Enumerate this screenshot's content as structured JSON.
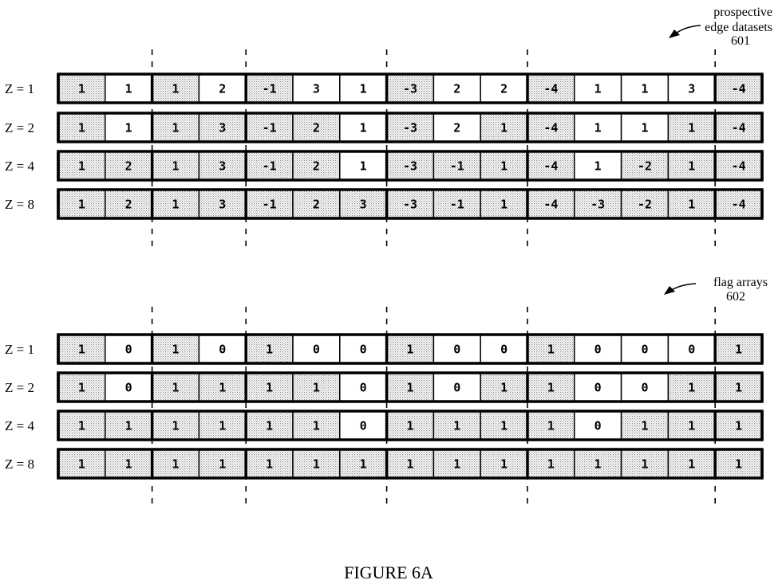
{
  "figure_title": "FIGURE 6A",
  "annotations": [
    {
      "lines": [
        "prospective",
        "edge datasets",
        "601"
      ]
    },
    {
      "lines": [
        "flag arrays",
        "602"
      ]
    }
  ],
  "panels": [
    {
      "name": "edge-datasets",
      "rows": [
        {
          "label": "Z = 1",
          "cells": [
            "1",
            "1",
            "1",
            "2",
            "-1",
            "3",
            "1",
            "-3",
            "2",
            "2",
            "-4",
            "1",
            "1",
            "3",
            "-4"
          ],
          "shaded": [
            1,
            0,
            1,
            0,
            1,
            0,
            0,
            1,
            0,
            0,
            1,
            0,
            0,
            0,
            1
          ]
        },
        {
          "label": "Z = 2",
          "cells": [
            "1",
            "1",
            "1",
            "3",
            "-1",
            "2",
            "1",
            "-3",
            "2",
            "1",
            "-4",
            "1",
            "1",
            "1",
            "-4"
          ],
          "shaded": [
            1,
            0,
            1,
            1,
            1,
            1,
            0,
            1,
            0,
            1,
            1,
            0,
            0,
            1,
            1
          ]
        },
        {
          "label": "Z = 4",
          "cells": [
            "1",
            "2",
            "1",
            "3",
            "-1",
            "2",
            "1",
            "-3",
            "-1",
            "1",
            "-4",
            "1",
            "-2",
            "1",
            "-4"
          ],
          "shaded": [
            1,
            1,
            1,
            1,
            1,
            1,
            0,
            1,
            1,
            1,
            1,
            0,
            1,
            1,
            1
          ]
        },
        {
          "label": "Z = 8",
          "cells": [
            "1",
            "2",
            "1",
            "3",
            "-1",
            "2",
            "3",
            "-3",
            "-1",
            "1",
            "-4",
            "-3",
            "-2",
            "1",
            "-4"
          ],
          "shaded": [
            1,
            1,
            1,
            1,
            1,
            1,
            1,
            1,
            1,
            1,
            1,
            1,
            1,
            1,
            1
          ]
        }
      ]
    },
    {
      "name": "flag-arrays",
      "rows": [
        {
          "label": "Z = 1",
          "cells": [
            "1",
            "0",
            "1",
            "0",
            "1",
            "0",
            "0",
            "1",
            "0",
            "0",
            "1",
            "0",
            "0",
            "0",
            "1"
          ],
          "shaded": [
            1,
            0,
            1,
            0,
            1,
            0,
            0,
            1,
            0,
            0,
            1,
            0,
            0,
            0,
            1
          ]
        },
        {
          "label": "Z = 2",
          "cells": [
            "1",
            "0",
            "1",
            "1",
            "1",
            "1",
            "0",
            "1",
            "0",
            "1",
            "1",
            "0",
            "0",
            "1",
            "1"
          ],
          "shaded": [
            1,
            0,
            1,
            1,
            1,
            1,
            0,
            1,
            0,
            1,
            1,
            0,
            0,
            1,
            1
          ]
        },
        {
          "label": "Z = 4",
          "cells": [
            "1",
            "1",
            "1",
            "1",
            "1",
            "1",
            "0",
            "1",
            "1",
            "1",
            "1",
            "0",
            "1",
            "1",
            "1"
          ],
          "shaded": [
            1,
            1,
            1,
            1,
            1,
            1,
            0,
            1,
            1,
            1,
            1,
            0,
            1,
            1,
            1
          ]
        },
        {
          "label": "Z = 8",
          "cells": [
            "1",
            "1",
            "1",
            "1",
            "1",
            "1",
            "1",
            "1",
            "1",
            "1",
            "1",
            "1",
            "1",
            "1",
            "1"
          ],
          "shaded": [
            1,
            1,
            1,
            1,
            1,
            1,
            1,
            1,
            1,
            1,
            1,
            1,
            1,
            1,
            1
          ]
        }
      ]
    }
  ],
  "colors": {
    "stroke": "#000000",
    "shade_dot": "#9a9a9a",
    "fill_bg": "#ffffff"
  }
}
